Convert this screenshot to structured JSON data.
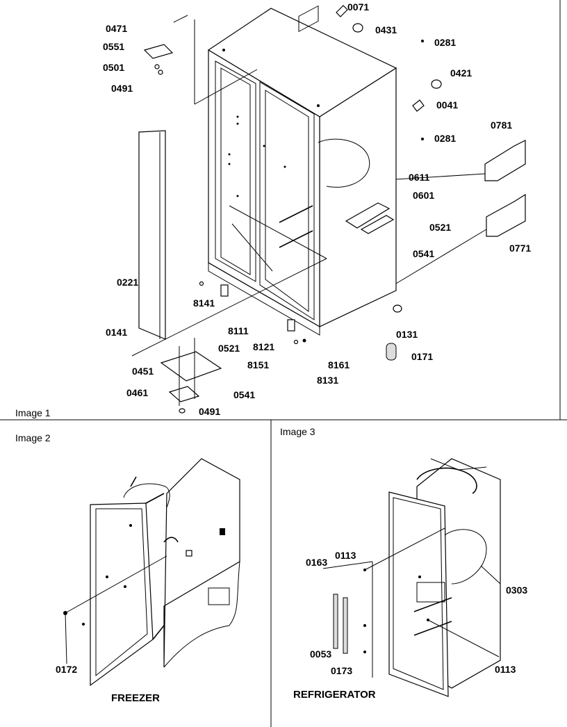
{
  "image1": {
    "title": "Image 1",
    "callouts": [
      "0071",
      "0431",
      "0281",
      "0421",
      "0041",
      "0281",
      "0781",
      "0611",
      "0601",
      "0521",
      "0541",
      "0771",
      "0471",
      "0551",
      "0501",
      "0491",
      "0221",
      "8141",
      "8111",
      "0141",
      "0131",
      "8121",
      "8151",
      "8161",
      "8131",
      "0171",
      "0451",
      "0521",
      "0541",
      "0461",
      "0491"
    ]
  },
  "image2": {
    "title": "Image 2",
    "caption": "FREEZER",
    "callouts": [
      "0172"
    ]
  },
  "image3": {
    "title": "Image 3",
    "caption": "REFRIGERATOR",
    "callouts": [
      "0163",
      "0113",
      "0303",
      "0053",
      "0173",
      "0113"
    ]
  }
}
